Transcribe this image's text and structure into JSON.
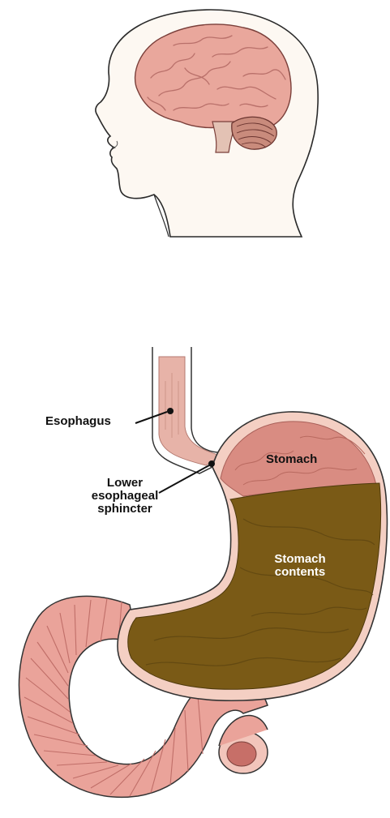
{
  "labels": {
    "esophagus": "Esophagus",
    "lower_esophageal_sphincter": [
      "Lower",
      "esophageal",
      "sphincter"
    ],
    "stomach": "Stomach",
    "stomach_contents": [
      "Stomach",
      "contents"
    ]
  },
  "colors": {
    "background": "#ffffff",
    "head_fill": "#fdf8f2",
    "outline": "#333333",
    "brain": "#e9a79c",
    "brain_folds": "#b9706a",
    "cerebellum": "#c98b7c",
    "esophagus": "#e7b3a8",
    "stomach_wall": "#f4cfc3",
    "stomach_upper": "#d98c82",
    "stomach_contents": "#7a5a16",
    "intestine": "#eaa39a",
    "intestine_folds": "#c06e68",
    "label_text": "#111111",
    "contents_text": "#ffffff"
  }
}
